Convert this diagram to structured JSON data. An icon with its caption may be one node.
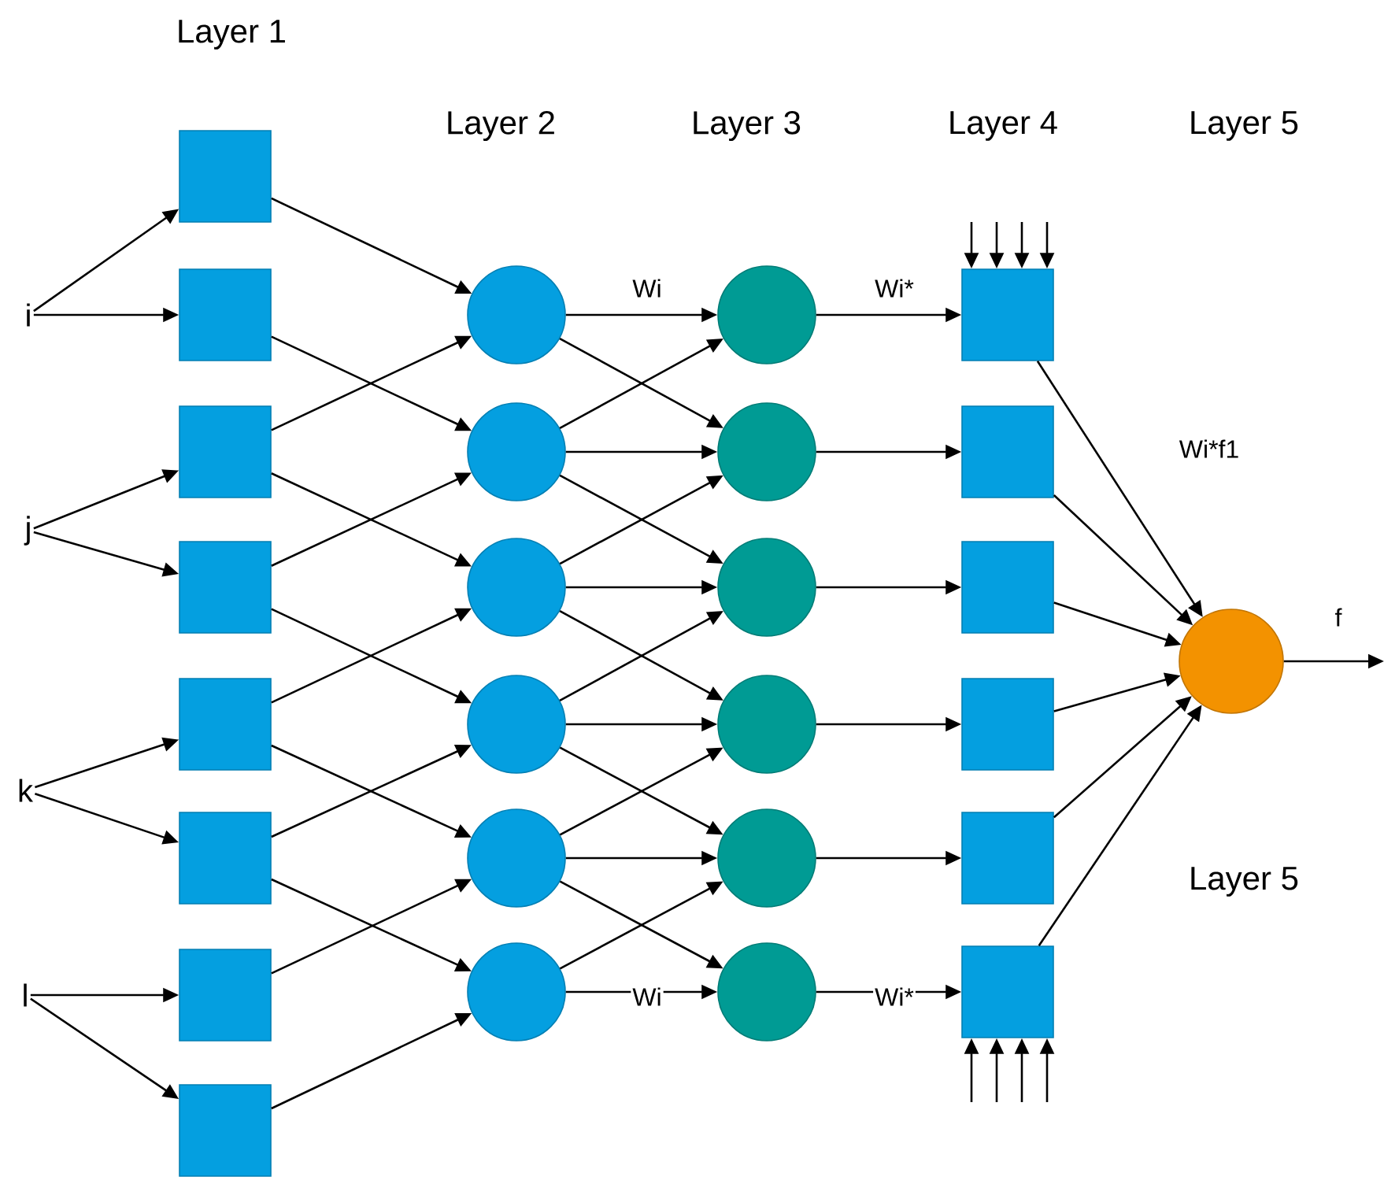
{
  "diagram": {
    "nodes": [
      {
        "text": [
          "i"
        ]
      },
      {
        "text": [
          "j"
        ]
      },
      {
        "text": [
          "k"
        ]
      },
      {
        "text": [
          "l"
        ]
      },
      {
        "text": [],
        "shape": "box"
      },
      {
        "text": [],
        "shape": "box"
      },
      {
        "text": [],
        "shape": "box"
      },
      {
        "text": [],
        "shape": "box"
      },
      {
        "text": [],
        "shape": "box"
      },
      {
        "text": [],
        "shape": "box"
      },
      {
        "text": [],
        "shape": "box"
      },
      {
        "text": [],
        "shape": "box"
      },
      {
        "text": [],
        "shape": "circle"
      },
      {
        "text": [],
        "shape": "circle"
      },
      {
        "text": [],
        "shape": "circle"
      },
      {
        "text": [],
        "shape": "circle"
      },
      {
        "text": [],
        "shape": "circle"
      },
      {
        "text": [],
        "shape": "circle"
      },
      {
        "text": [],
        "shape": "circle"
      },
      {
        "text": [],
        "shape": "circle"
      },
      {
        "text": [],
        "shape": "circle"
      },
      {
        "text": [],
        "shape": "circle"
      },
      {
        "text": [],
        "shape": "circle"
      },
      {
        "text": [],
        "shape": "circle"
      },
      {
        "text": [],
        "shape": "box"
      },
      {
        "text": [],
        "shape": "box"
      },
      {
        "text": [],
        "shape": "box"
      },
      {
        "text": [],
        "shape": "box"
      },
      {
        "text": [],
        "shape": "box"
      },
      {
        "text": [],
        "shape": "box"
      },
      {
        "text": [],
        "shape": "circle"
      }
    ],
    "edges": [
      {
        "from": 0,
        "to": 4,
        "arrow": "to"
      },
      {
        "from": 0,
        "to": 5,
        "arrow": "to"
      },
      {
        "from": 1,
        "to": 6,
        "arrow": "to"
      },
      {
        "from": 1,
        "to": 7,
        "arrow": "to"
      },
      {
        "from": 2,
        "to": 8,
        "arrow": "to"
      },
      {
        "from": 2,
        "to": 9,
        "arrow": "to"
      },
      {
        "from": 3,
        "to": 10,
        "arrow": "to"
      },
      {
        "from": 3,
        "to": 11,
        "arrow": "to"
      },
      {
        "from": 4,
        "to": 12,
        "arrow": "to"
      },
      {
        "from": 5,
        "to": 13,
        "arrow": "to"
      },
      {
        "from": 6,
        "to": 12,
        "arrow": "to"
      },
      {
        "from": 6,
        "to": 14,
        "arrow": "to"
      },
      {
        "from": 7,
        "to": 13,
        "arrow": "to"
      },
      {
        "from": 7,
        "to": 15,
        "arrow": "to"
      },
      {
        "from": 8,
        "to": 14,
        "arrow": "to"
      },
      {
        "from": 8,
        "to": 16,
        "arrow": "to"
      },
      {
        "from": 9,
        "to": 15,
        "arrow": "to"
      },
      {
        "from": 9,
        "to": 17,
        "arrow": "to"
      },
      {
        "from": 10,
        "to": 16,
        "arrow": "to"
      },
      {
        "from": 11,
        "to": 17,
        "arrow": "to"
      },
      {
        "from": 12,
        "to": 18,
        "arrow": "to",
        "label": "Wi"
      },
      {
        "from": 12,
        "to": 19,
        "arrow": "to"
      },
      {
        "from": 13,
        "to": 18,
        "arrow": "to"
      },
      {
        "from": 13,
        "to": 19,
        "arrow": "to"
      },
      {
        "from": 13,
        "to": 20,
        "arrow": "to"
      },
      {
        "from": 14,
        "to": 19,
        "arrow": "to"
      },
      {
        "from": 14,
        "to": 20,
        "arrow": "to"
      },
      {
        "from": 14,
        "to": 21,
        "arrow": "to"
      },
      {
        "from": 15,
        "to": 20,
        "arrow": "to"
      },
      {
        "from": 15,
        "to": 21,
        "arrow": "to"
      },
      {
        "from": 15,
        "to": 22,
        "arrow": "to"
      },
      {
        "from": 16,
        "to": 21,
        "arrow": "to"
      },
      {
        "from": 16,
        "to": 22,
        "arrow": "to"
      },
      {
        "from": 16,
        "to": 23,
        "arrow": "to"
      },
      {
        "from": 17,
        "to": 22,
        "arrow": "to"
      },
      {
        "from": 17,
        "to": 23,
        "arrow": "to",
        "label": "Wi"
      },
      {
        "from": 18,
        "to": 24,
        "arrow": "to",
        "label": "Wi*"
      },
      {
        "from": 19,
        "to": 25,
        "arrow": "to"
      },
      {
        "from": 20,
        "to": 26,
        "arrow": "to"
      },
      {
        "from": 21,
        "to": 27,
        "arrow": "to"
      },
      {
        "from": 22,
        "to": 28,
        "arrow": "to"
      },
      {
        "from": 23,
        "to": 29,
        "arrow": "to",
        "label": "Wi*"
      },
      {
        "from": 24,
        "to": 30,
        "arrow": "to",
        "label": "Wi*f1"
      },
      {
        "from": 25,
        "to": 30,
        "arrow": "to"
      },
      {
        "from": 26,
        "to": 30,
        "arrow": "to"
      },
      {
        "from": 27,
        "to": 30,
        "arrow": "to"
      },
      {
        "from": 28,
        "to": 30,
        "arrow": "to"
      },
      {
        "from": 29,
        "to": 30,
        "arrow": "to"
      },
      {
        "from": 30,
        "to": null,
        "arrow": "to",
        "label": "f"
      },
      {
        "from": null,
        "to": 24,
        "arrow": "to"
      },
      {
        "from": null,
        "to": 24,
        "arrow": "to"
      },
      {
        "from": null,
        "to": 24,
        "arrow": "to"
      },
      {
        "from": null,
        "to": 24,
        "arrow": "to"
      },
      {
        "from": null,
        "to": 29,
        "arrow": "to"
      },
      {
        "from": null,
        "to": 29,
        "arrow": "to"
      },
      {
        "from": null,
        "to": 29,
        "arrow": "to"
      },
      {
        "from": null,
        "to": 29,
        "arrow": "to"
      }
    ],
    "labels": [
      "Layer 1",
      "Layer 2",
      "Layer 3",
      "Layer 4",
      "Layer 5",
      "Layer 5"
    ]
  }
}
